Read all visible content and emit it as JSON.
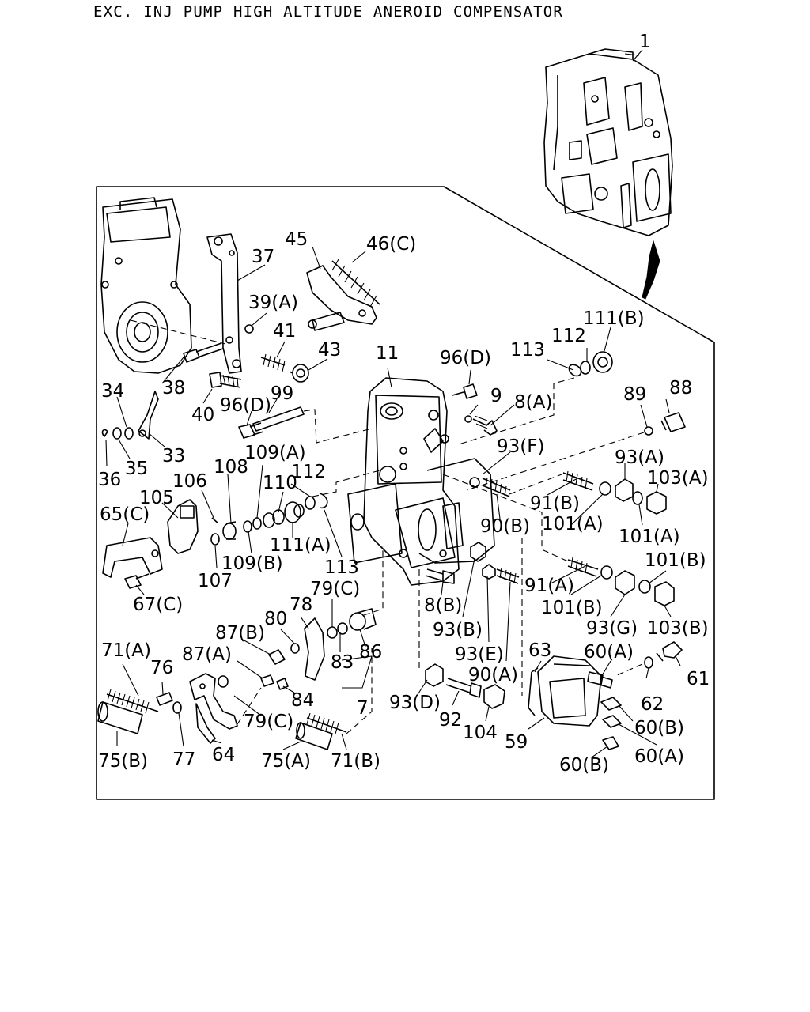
{
  "title": "EXC. INJ PUMP HIGH ALTITUDE ANEROID COMPENSATOR",
  "labels": [
    "1",
    "37",
    "45",
    "46(C)",
    "39(A)",
    "41",
    "43",
    "11",
    "96(D)",
    "113",
    "112",
    "111(B)",
    "34",
    "38",
    "40",
    "96(D)",
    "99",
    "9",
    "8(A)",
    "89",
    "88",
    "33",
    "35",
    "36",
    "109(A)",
    "108",
    "106",
    "105",
    "112",
    "93(F)",
    "93(A)",
    "103(A)",
    "65(C)",
    "110",
    "91(B)",
    "101(A)",
    "101(A)",
    "111(A)",
    "109(B)",
    "107",
    "113",
    "90(B)",
    "67(C)",
    "79(C)",
    "8(B)",
    "91(A)",
    "101(B)",
    "101(B)",
    "78",
    "80",
    "87(B)",
    "93(B)",
    "93(G)",
    "103(B)",
    "71(A)",
    "87(A)",
    "83",
    "86",
    "93(E)",
    "63",
    "60(A)",
    "61",
    "76",
    "90(A)",
    "84",
    "62",
    "93(D)",
    "7",
    "92",
    "79(C)",
    "60(B)",
    "59",
    "104",
    "75(B)",
    "77",
    "64",
    "75(A)",
    "71(B)",
    "60(B)",
    "60(A)"
  ]
}
